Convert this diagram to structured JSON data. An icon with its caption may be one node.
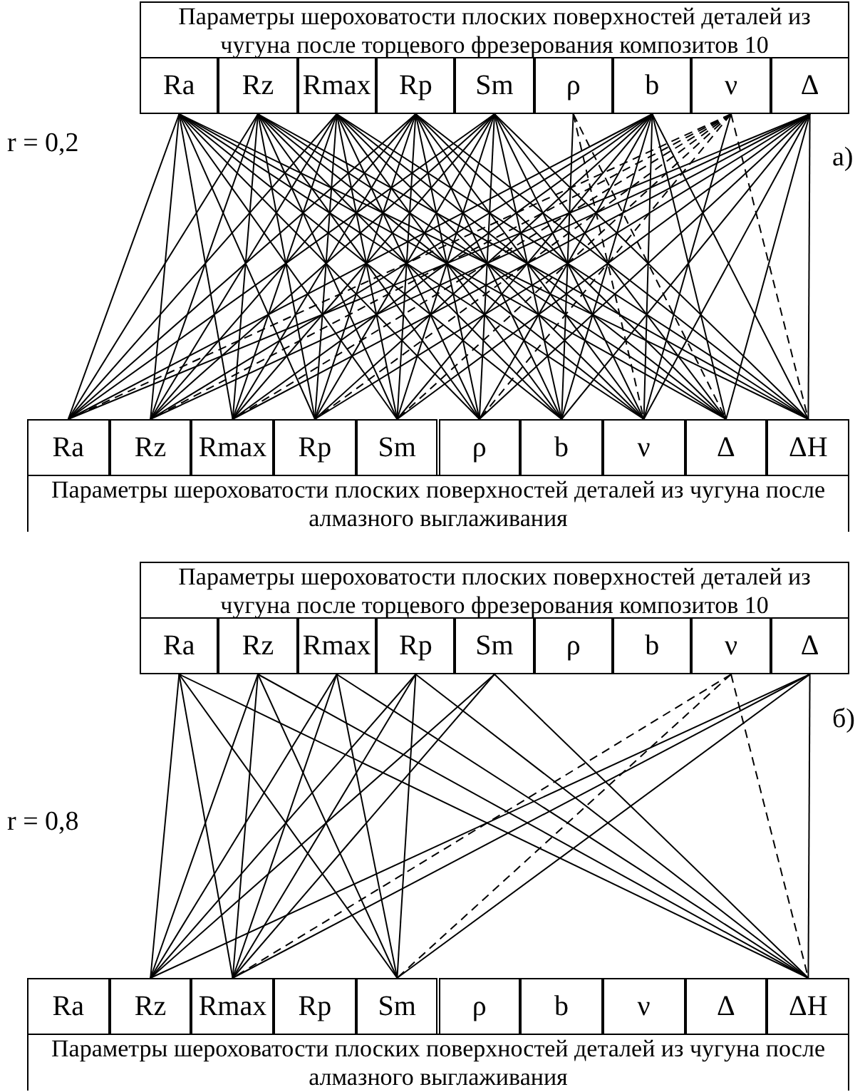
{
  "diagram": {
    "nodes": [
      {
        "text": [
          "Параметры шероховатости плоских поверхностей деталей из чугуна после торцевого фрезерования композитов 10"
        ]
      },
      {
        "text": [
          "Ra"
        ]
      },
      {
        "text": [
          "Rz"
        ]
      },
      {
        "text": [
          "Rmax"
        ]
      },
      {
        "text": [
          "Rp"
        ]
      },
      {
        "text": [
          "Sm"
        ]
      },
      {
        "text": [
          "ρ"
        ]
      },
      {
        "text": [
          "b"
        ]
      },
      {
        "text": [
          "ν"
        ]
      },
      {
        "text": [
          "Δ"
        ]
      },
      {
        "text": [
          "Ra"
        ]
      },
      {
        "text": [
          "Rz"
        ]
      },
      {
        "text": [
          "Rmax"
        ]
      },
      {
        "text": [
          "Rp"
        ]
      },
      {
        "text": [
          "Sm"
        ]
      },
      {
        "text": [
          "ρ"
        ]
      },
      {
        "text": [
          "b"
        ]
      },
      {
        "text": [
          "ν"
        ]
      },
      {
        "text": [
          "Δ"
        ]
      },
      {
        "text": [
          "ΔH"
        ]
      },
      {
        "text": [
          "Параметры шероховатости плоских поверхностей деталей из чугуна после алмазного выглаживания"
        ]
      },
      {
        "text": [
          "Параметры шероховатости плоских поверхностей деталей из чугуна после торцевого фрезерования композитов 10"
        ]
      },
      {
        "text": [
          "Ra"
        ]
      },
      {
        "text": [
          "Rz"
        ]
      },
      {
        "text": [
          "Rmax"
        ]
      },
      {
        "text": [
          "Rp"
        ]
      },
      {
        "text": [
          "Sm"
        ]
      },
      {
        "text": [
          "ρ"
        ]
      },
      {
        "text": [
          "b"
        ]
      },
      {
        "text": [
          "ν"
        ]
      },
      {
        "text": [
          "Δ"
        ]
      },
      {
        "text": [
          "Ra"
        ]
      },
      {
        "text": [
          "Rz"
        ]
      },
      {
        "text": [
          "Rmax"
        ]
      },
      {
        "text": [
          "Rp"
        ]
      },
      {
        "text": [
          "Sm"
        ]
      },
      {
        "text": [
          "ρ"
        ]
      },
      {
        "text": [
          "b"
        ]
      },
      {
        "text": [
          "ν"
        ]
      },
      {
        "text": [
          "Δ"
        ]
      },
      {
        "text": [
          "ΔH"
        ]
      },
      {
        "text": [
          "Параметры шероховатости плоских поверхностей деталей из чугуна после алмазного выглаживания"
        ]
      }
    ],
    "edges": [
      {
        "from": 1,
        "to": 10,
        "arrow": "none"
      },
      {
        "from": 1,
        "to": 11,
        "arrow": "none"
      },
      {
        "from": 1,
        "to": 12,
        "arrow": "none"
      },
      {
        "from": 1,
        "to": 13,
        "arrow": "none"
      },
      {
        "from": 1,
        "to": 14,
        "arrow": "none"
      },
      {
        "from": 1,
        "to": 15,
        "arrow": "none"
      },
      {
        "from": 1,
        "to": 16,
        "arrow": "none"
      },
      {
        "from": 1,
        "to": 17,
        "arrow": "none"
      },
      {
        "from": 1,
        "to": 18,
        "arrow": "none"
      },
      {
        "from": 1,
        "to": 19,
        "arrow": "none"
      },
      {
        "from": 2,
        "to": 10,
        "arrow": "none"
      },
      {
        "from": 2,
        "to": 11,
        "arrow": "none"
      },
      {
        "from": 2,
        "to": 12,
        "arrow": "none"
      },
      {
        "from": 2,
        "to": 13,
        "arrow": "none"
      },
      {
        "from": 2,
        "to": 14,
        "arrow": "none"
      },
      {
        "from": 2,
        "to": 15,
        "arrow": "none"
      },
      {
        "from": 2,
        "to": 16,
        "arrow": "none"
      },
      {
        "from": 2,
        "to": 17,
        "arrow": "none"
      },
      {
        "from": 2,
        "to": 18,
        "arrow": "none"
      },
      {
        "from": 2,
        "to": 19,
        "arrow": "none"
      },
      {
        "from": 3,
        "to": 10,
        "arrow": "none"
      },
      {
        "from": 3,
        "to": 11,
        "arrow": "none"
      },
      {
        "from": 3,
        "to": 12,
        "arrow": "none"
      },
      {
        "from": 3,
        "to": 13,
        "arrow": "none"
      },
      {
        "from": 3,
        "to": 14,
        "arrow": "none"
      },
      {
        "from": 3,
        "to": 15,
        "arrow": "none"
      },
      {
        "from": 3,
        "to": 16,
        "arrow": "none"
      },
      {
        "from": 3,
        "to": 17,
        "arrow": "none"
      },
      {
        "from": 3,
        "to": 18,
        "arrow": "none"
      },
      {
        "from": 3,
        "to": 19,
        "arrow": "none"
      },
      {
        "from": 4,
        "to": 10,
        "arrow": "none"
      },
      {
        "from": 4,
        "to": 11,
        "arrow": "none"
      },
      {
        "from": 4,
        "to": 12,
        "arrow": "none"
      },
      {
        "from": 4,
        "to": 13,
        "arrow": "none"
      },
      {
        "from": 4,
        "to": 14,
        "arrow": "none"
      },
      {
        "from": 4,
        "to": 15,
        "arrow": "none"
      },
      {
        "from": 4,
        "to": 16,
        "arrow": "none"
      },
      {
        "from": 4,
        "to": 17,
        "arrow": "none"
      },
      {
        "from": 4,
        "to": 18,
        "arrow": "none"
      },
      {
        "from": 4,
        "to": 19,
        "arrow": "none"
      },
      {
        "from": 5,
        "to": 10,
        "arrow": "none"
      },
      {
        "from": 5,
        "to": 11,
        "arrow": "none"
      },
      {
        "from": 5,
        "to": 12,
        "arrow": "none"
      },
      {
        "from": 5,
        "to": 13,
        "arrow": "none"
      },
      {
        "from": 5,
        "to": 14,
        "arrow": "none"
      },
      {
        "from": 5,
        "to": 15,
        "arrow": "none"
      },
      {
        "from": 5,
        "to": 16,
        "arrow": "none"
      },
      {
        "from": 5,
        "to": 17,
        "arrow": "none"
      },
      {
        "from": 5,
        "to": 18,
        "arrow": "none"
      },
      {
        "from": 5,
        "to": 19,
        "arrow": "none"
      },
      {
        "from": 6,
        "to": 16,
        "arrow": "none"
      },
      {
        "from": 6,
        "to": 17,
        "arrow": "none",
        "style": "dashed"
      },
      {
        "from": 6,
        "to": 18,
        "arrow": "none",
        "style": "dashed"
      },
      {
        "from": 7,
        "to": 10,
        "arrow": "none"
      },
      {
        "from": 7,
        "to": 11,
        "arrow": "none"
      },
      {
        "from": 7,
        "to": 12,
        "arrow": "none"
      },
      {
        "from": 7,
        "to": 13,
        "arrow": "none"
      },
      {
        "from": 7,
        "to": 14,
        "arrow": "none"
      },
      {
        "from": 7,
        "to": 15,
        "arrow": "none"
      },
      {
        "from": 7,
        "to": 16,
        "arrow": "none"
      },
      {
        "from": 7,
        "to": 17,
        "arrow": "none"
      },
      {
        "from": 7,
        "to": 18,
        "arrow": "none"
      },
      {
        "from": 7,
        "to": 19,
        "arrow": "none"
      },
      {
        "from": 8,
        "to": 10,
        "arrow": "none",
        "style": "dashed"
      },
      {
        "from": 8,
        "to": 11,
        "arrow": "none",
        "style": "dashed"
      },
      {
        "from": 8,
        "to": 12,
        "arrow": "none",
        "style": "dashed"
      },
      {
        "from": 8,
        "to": 13,
        "arrow": "none",
        "style": "dashed"
      },
      {
        "from": 8,
        "to": 14,
        "arrow": "none",
        "style": "dashed"
      },
      {
        "from": 8,
        "to": 15,
        "arrow": "none",
        "style": "dashed"
      },
      {
        "from": 8,
        "to": 17,
        "arrow": "none"
      },
      {
        "from": 8,
        "to": 19,
        "arrow": "none",
        "style": "dashed"
      },
      {
        "from": 9,
        "to": 10,
        "arrow": "none"
      },
      {
        "from": 9,
        "to": 11,
        "arrow": "none"
      },
      {
        "from": 9,
        "to": 12,
        "arrow": "none"
      },
      {
        "from": 9,
        "to": 13,
        "arrow": "none"
      },
      {
        "from": 9,
        "to": 14,
        "arrow": "none"
      },
      {
        "from": 9,
        "to": 15,
        "arrow": "none"
      },
      {
        "from": 9,
        "to": 16,
        "arrow": "none"
      },
      {
        "from": 9,
        "to": 17,
        "arrow": "none"
      },
      {
        "from": 9,
        "to": 18,
        "arrow": "none"
      },
      {
        "from": 9,
        "to": 19,
        "arrow": "none"
      },
      {
        "from": 22,
        "to": 32,
        "arrow": "none"
      },
      {
        "from": 22,
        "to": 33,
        "arrow": "none"
      },
      {
        "from": 22,
        "to": 35,
        "arrow": "none"
      },
      {
        "from": 22,
        "to": 40,
        "arrow": "none"
      },
      {
        "from": 23,
        "to": 32,
        "arrow": "none"
      },
      {
        "from": 23,
        "to": 33,
        "arrow": "none"
      },
      {
        "from": 23,
        "to": 35,
        "arrow": "none"
      },
      {
        "from": 23,
        "to": 40,
        "arrow": "none"
      },
      {
        "from": 24,
        "to": 32,
        "arrow": "none"
      },
      {
        "from": 24,
        "to": 33,
        "arrow": "none"
      },
      {
        "from": 24,
        "to": 35,
        "arrow": "none"
      },
      {
        "from": 24,
        "to": 40,
        "arrow": "none"
      },
      {
        "from": 25,
        "to": 32,
        "arrow": "none"
      },
      {
        "from": 25,
        "to": 33,
        "arrow": "none"
      },
      {
        "from": 25,
        "to": 35,
        "arrow": "none"
      },
      {
        "from": 25,
        "to": 40,
        "arrow": "none"
      },
      {
        "from": 26,
        "to": 32,
        "arrow": "none"
      },
      {
        "from": 26,
        "to": 33,
        "arrow": "none"
      },
      {
        "from": 26,
        "to": 40,
        "arrow": "none"
      },
      {
        "from": 29,
        "to": 33,
        "arrow": "none",
        "style": "dashed"
      },
      {
        "from": 29,
        "to": 35,
        "arrow": "none",
        "style": "dashed"
      },
      {
        "from": 29,
        "to": 40,
        "arrow": "none",
        "style": "dashed"
      },
      {
        "from": 30,
        "to": 32,
        "arrow": "none"
      },
      {
        "from": 30,
        "to": 33,
        "arrow": "none"
      },
      {
        "from": 30,
        "to": 35,
        "arrow": "none"
      },
      {
        "from": 30,
        "to": 40,
        "arrow": "none"
      }
    ],
    "labels": [
      "r = 0,2",
      "а)",
      "r = 0,8",
      "б)"
    ]
  }
}
